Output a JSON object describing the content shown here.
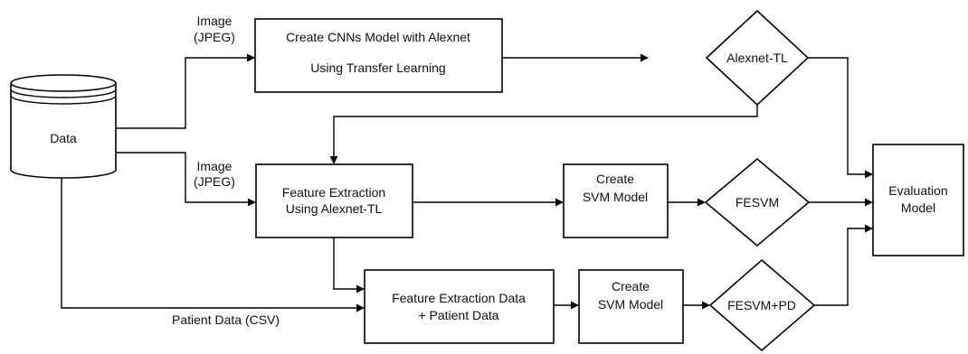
{
  "nodes": {
    "data": {
      "label": "Data"
    },
    "cnn": {
      "line1": "Create CNNs Model with Alexnet",
      "line2": "Using Transfer Learning"
    },
    "alexnet_tl": {
      "label": "Alexnet-TL"
    },
    "feature_extraction": {
      "line1": "Feature Extraction",
      "line2": "Using Alexnet-TL"
    },
    "svm_top": {
      "line1": "Create",
      "line2": "SVM Model"
    },
    "fesvm": {
      "label": "FESVM"
    },
    "feature_patient": {
      "line1": "Feature Extraction Data",
      "line2": "+ Patient Data"
    },
    "svm_bottom": {
      "line1": "Create",
      "line2": "SVM Model"
    },
    "fesvm_pd": {
      "label": "FESVM+PD"
    },
    "evaluation": {
      "line1": "Evaluation",
      "line2": "Model"
    }
  },
  "edge_labels": {
    "image_top": {
      "line1": "Image",
      "line2": "(JPEG)"
    },
    "image_mid": {
      "line1": "Image",
      "line2": "(JPEG)"
    },
    "patient_data": "Patient Data (CSV)"
  }
}
